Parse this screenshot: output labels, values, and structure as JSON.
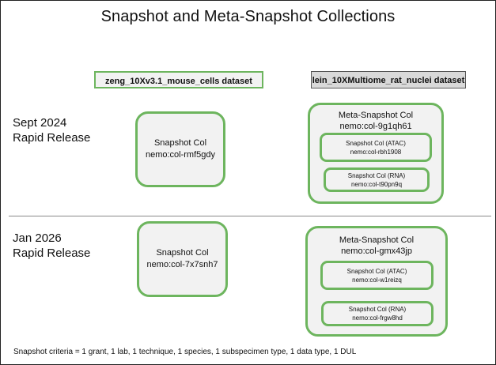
{
  "title": "Snapshot and Meta-Snapshot Collections",
  "datasets": {
    "mouse": "zeng_10Xv3.1_mouse_cells dataset",
    "rat": "lein_10XMultiome_rat_nuclei dataset"
  },
  "releases": [
    {
      "line1": "Sept 2024",
      "line2": "Rapid Release",
      "snapshot_col": {
        "label": "Snapshot Col",
        "id": "nemo:col-rmf5gdy"
      },
      "meta_col": {
        "label": "Meta-Snapshot Col",
        "id": "nemo:col-9g1qh61",
        "children": [
          {
            "label": "Snapshot Col (ATAC)",
            "id": "nemo:col-rbh1908"
          },
          {
            "label": "Snapshot Col (RNA)",
            "id": "nemo:col-t90pn9q"
          }
        ]
      }
    },
    {
      "line1": "Jan 2026",
      "line2": "Rapid Release",
      "snapshot_col": {
        "label": "Snapshot Col",
        "id": "nemo:col-7x7snh7"
      },
      "meta_col": {
        "label": "Meta-Snapshot Col",
        "id": "nemo:col-gmx43jp",
        "children": [
          {
            "label": "Snapshot Col (ATAC)",
            "id": "nemo:col-w1reizq"
          },
          {
            "label": "Snapshot Col (RNA)",
            "id": "nemo:col-frgw8hd"
          }
        ]
      }
    }
  ],
  "criteria": "Snapshot criteria = 1 grant, 1 lab, 1 technique, 1 species, 1 subspecimen type, 1 data type, 1 DUL",
  "colors": {
    "box_border": "#6db55e",
    "box_fill": "#f2f2f2",
    "rat_dataset_fill": "#d9d9d9"
  }
}
